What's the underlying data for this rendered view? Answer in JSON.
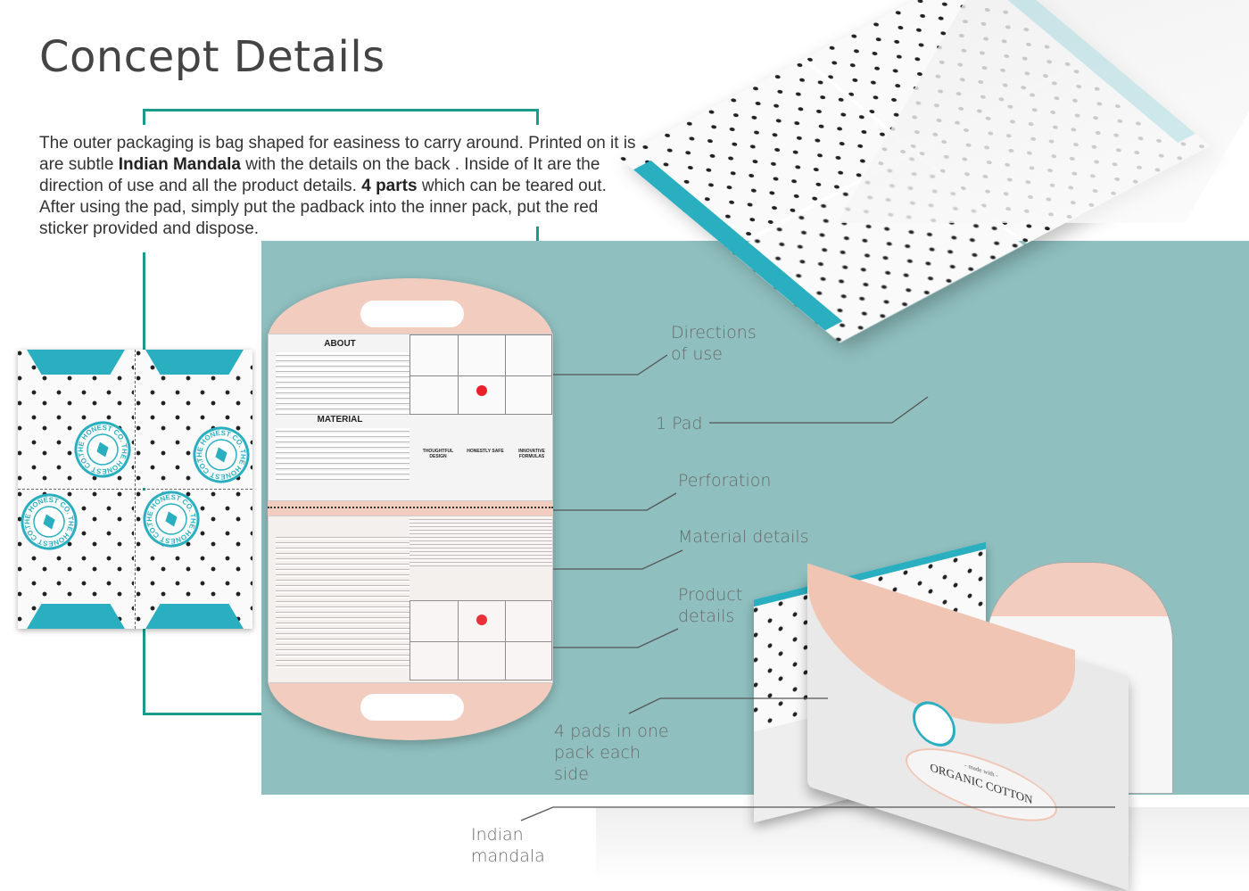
{
  "title": "Concept Details",
  "intro": {
    "part1": "The outer packaging is bag shaped for easiness to carry around. Printed on it is are subtle ",
    "bold1": "Indian Mandala",
    "part2": " with the details on the back . Inside of  It are the direction of use and all the product details. ",
    "bold2": "4 parts",
    "part3": " which can be teared out. After using the pad, simply put the padback into the inner pack, put the red sticker provided and dispose."
  },
  "labels": {
    "directions": "Directions of use",
    "pad": "1 Pad",
    "perforation": "Perforation",
    "material": "Material details",
    "product": "Product details",
    "pads": "4 pads in one pack each side",
    "mandala": "Indian mandala"
  },
  "packaging": {
    "brand": "THE HONEST CO.",
    "about_title": "ABOUT",
    "material_title": "MATERIAL",
    "features": [
      "THOUGHTFUL DESIGN",
      "HONESTLY SAFE",
      "INNOVATIVE FORMULAS"
    ],
    "product_name": "ORGANIC COTTON",
    "made_with": "- made with -"
  },
  "colors": {
    "teal_bg": "#8fbfbf",
    "accent": "#2aafc0",
    "bracket": "#1b9b8a",
    "peach": "#f2cdbf"
  }
}
